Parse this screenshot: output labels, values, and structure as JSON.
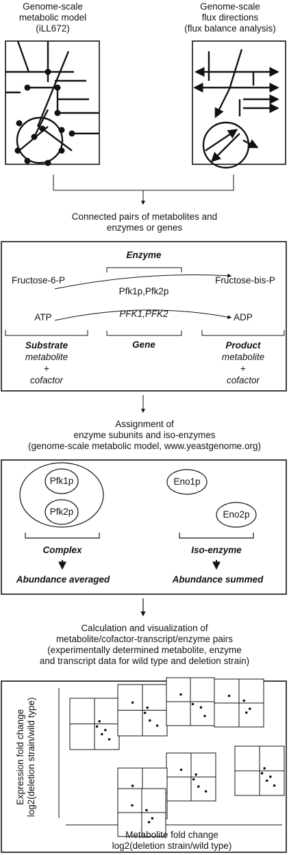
{
  "top": {
    "left_title": [
      "Genome-scale",
      "metabolic model",
      "(iLL672)"
    ],
    "right_title": [
      "Genome-scale",
      "flux directions",
      "(flux balance analysis)"
    ]
  },
  "step1": {
    "lines": [
      "Connected pairs of metabolites and",
      "enzymes or genes"
    ]
  },
  "reaction": {
    "enzyme_header": "Enzyme",
    "substrate1": "Fructose-6-P",
    "product1": "Fructose-bis-P",
    "enzymes": "Pfk1p,Pfk2p",
    "cofactor_in": "ATP",
    "cofactor_out": "ADP",
    "genes": "PFK1,PFK2",
    "substrate_label": "Substrate",
    "substrate_sub": "metabolite",
    "plus_left": "+",
    "cofactor_left": "cofactor",
    "gene_label": "Gene",
    "product_label": "Product",
    "product_sub": "metabolite",
    "plus_right": "+",
    "cofactor_right": "cofactor"
  },
  "step2": {
    "lines": [
      "Assignment of",
      "enzyme subunits and iso-enzymes",
      "(genome-scale metabolic model, www.yeastgenome.org)"
    ]
  },
  "assignment": {
    "complex_members": [
      "Pfk1p",
      "Pfk2p"
    ],
    "iso_members": [
      "Eno1p",
      "Eno2p"
    ],
    "complex_label": "Complex",
    "iso_label": "Iso-enzyme",
    "complex_result": "Abundance averaged",
    "iso_result": "Abundance summed"
  },
  "step3": {
    "lines": [
      "Calculation and visualization of",
      "metabolite/cofactor-transcript/enzyme pairs",
      "(experimentally determined metabolite, enzyme",
      "and transcript data for wild type and deletion strain)"
    ]
  },
  "scatter": {
    "y_axis": [
      "Expression fold change",
      "log2(deletion strain/wild type)"
    ],
    "x_axis": [
      "Metabolite fold change",
      "log2(deletion strain/wild type)"
    ]
  }
}
